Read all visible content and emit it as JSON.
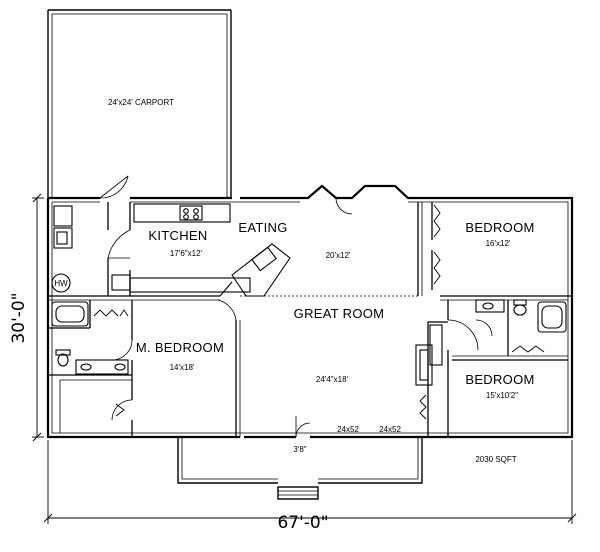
{
  "rooms": {
    "carport": {
      "label": "24'x24' CARPORT"
    },
    "kitchen": {
      "label": "KITCHEN",
      "dims": "17'6\"x12'"
    },
    "eating": {
      "label": "EATING",
      "dims": "20'x12'"
    },
    "bedroom_ne": {
      "label": "BEDROOM",
      "dims": "16'x12'"
    },
    "great_room": {
      "label": "GREAT ROOM",
      "dims": "24'4\"x18'"
    },
    "master_bedroom": {
      "label": "M. BEDROOM",
      "dims": "14'x18'"
    },
    "bedroom_se": {
      "label": "BEDROOM",
      "dims": "15'x10'2\""
    }
  },
  "fixtures": {
    "water_heater": "HW"
  },
  "dimensions": {
    "width": "67'-0\"",
    "depth": "30'-0\""
  },
  "area": "2030 SQFT",
  "notes": {
    "window_1": "24x52",
    "window_2": "24x52",
    "window_3": "3'8\""
  }
}
